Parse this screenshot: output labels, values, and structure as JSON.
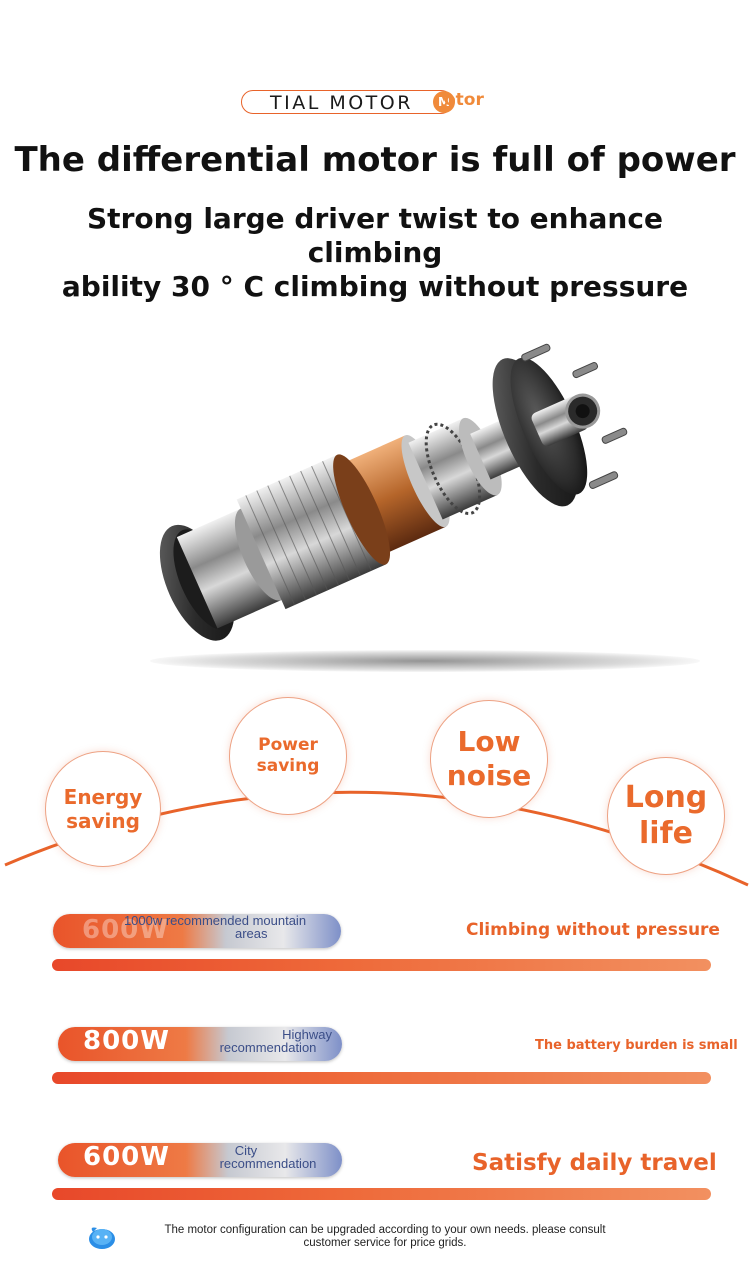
{
  "header": {
    "pill_text": "TIAL MOTOR",
    "pill_dot": "M",
    "pill_accent": "otor",
    "title": "The differential motor is full of power",
    "subtitle_line1": "Strong large driver twist to enhance climbing",
    "subtitle_line2": "ability 30 ° C climbing without pressure"
  },
  "features": [
    {
      "line1": "Energy",
      "line2": "saving"
    },
    {
      "line1": "Power",
      "line2": "saving"
    },
    {
      "line1": "Low",
      "line2": "noise"
    },
    {
      "line1": "Long",
      "line2": "life"
    }
  ],
  "power_rows": [
    {
      "watt": "600W",
      "note_line1": "1000w recommended mountain",
      "note_line2": "areas",
      "right_text": "Climbing without pressure"
    },
    {
      "watt": "800W",
      "note_line1": "Highway",
      "note_line2": "recommendation",
      "right_text": "The battery burden is small"
    },
    {
      "watt": "600W",
      "note_line1": "City",
      "note_line2": "recommendation",
      "right_text": "Satisfy daily travel"
    }
  ],
  "footnote_line1": "The motor configuration can be upgraded according to your own needs. please consult",
  "footnote_line2": "customer service for price grids.",
  "colors": {
    "accent": "#e8632a",
    "bar_start": "#e8482a",
    "bar_end": "#f29060",
    "note_blue": "#3b4e88"
  },
  "icons": [
    "motor-illustration",
    "water-drop-icon"
  ]
}
